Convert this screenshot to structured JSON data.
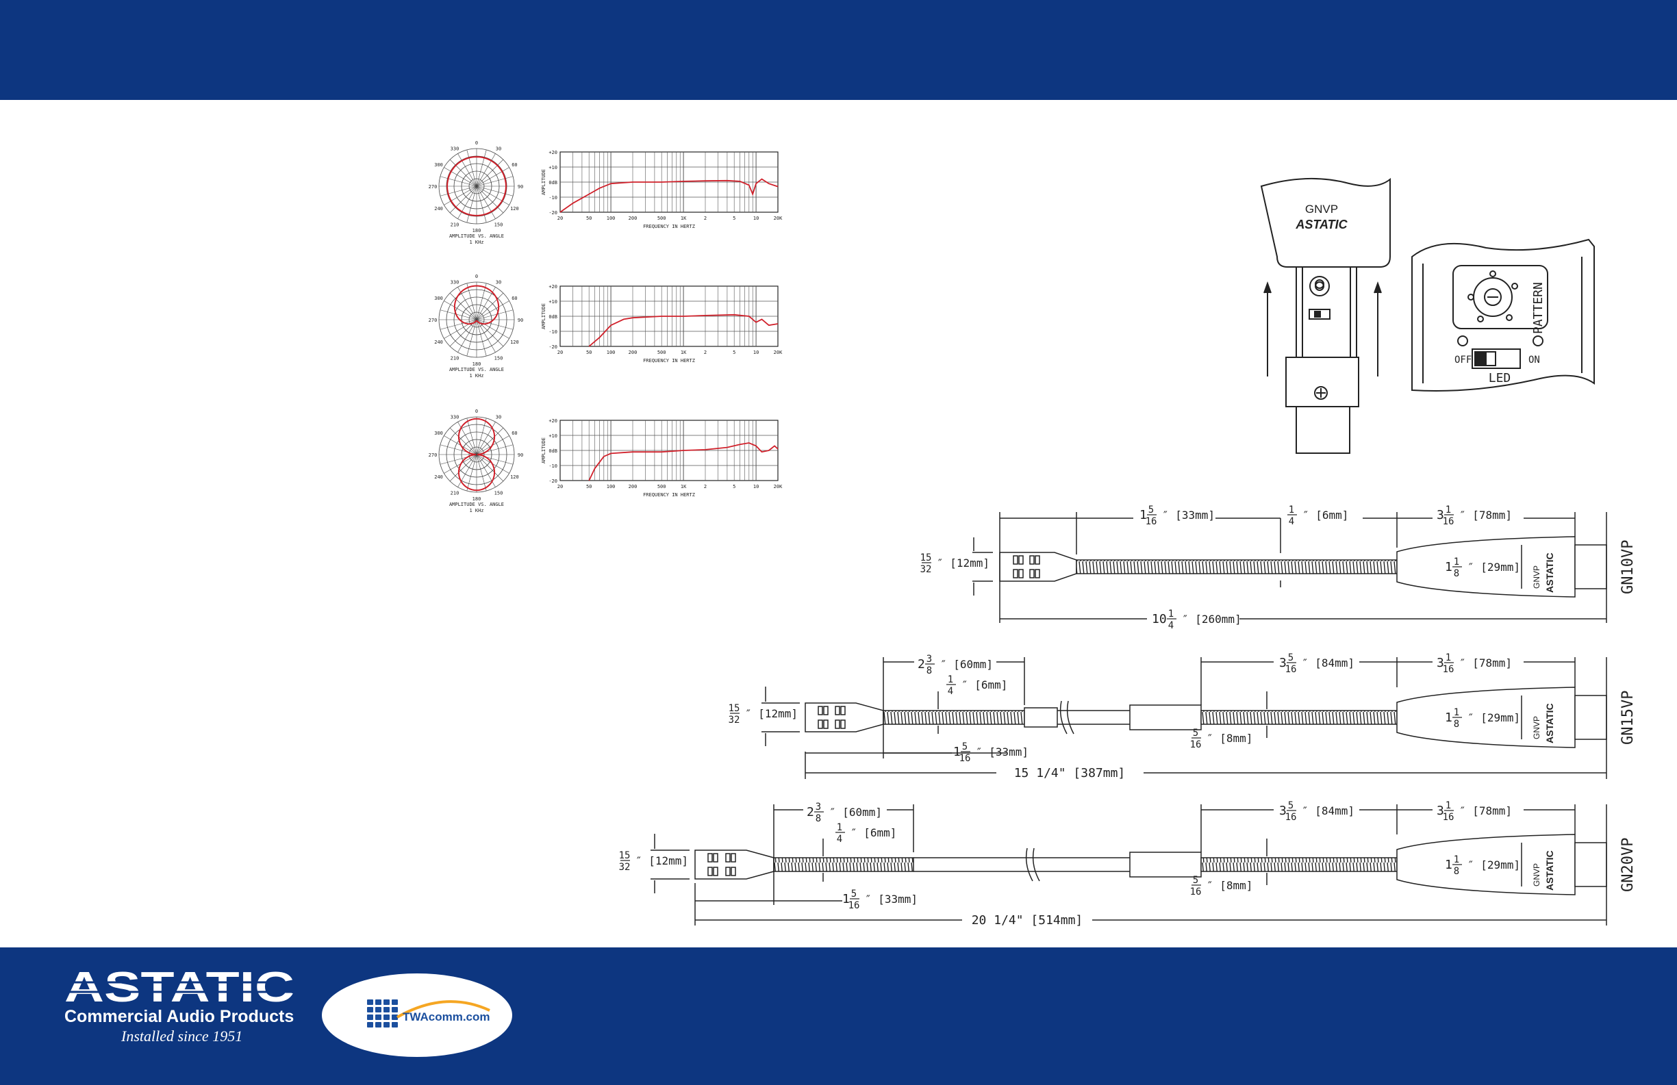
{
  "colors": {
    "band": "#0d3680",
    "curve_red": "#d0202a",
    "ink": "#222222",
    "twa_blue": "#1b4f9e",
    "twa_orange": "#f5a623"
  },
  "polar_plots": [
    {
      "pattern": "omni",
      "angle_labels": [
        "0",
        "30",
        "60",
        "90",
        "120",
        "150",
        "180",
        "210",
        "240",
        "270",
        "300",
        "330"
      ],
      "caption1": "AMPLITUDE VS. ANGLE",
      "caption2": "1 KHz"
    },
    {
      "pattern": "cardioid",
      "angle_labels": [
        "0",
        "30",
        "60",
        "90",
        "120",
        "150",
        "180",
        "210",
        "240",
        "270",
        "300",
        "330"
      ],
      "caption1": "AMPLITUDE VS. ANGLE",
      "caption2": "1 KHz"
    },
    {
      "pattern": "figure8",
      "angle_labels": [
        "0",
        "30",
        "60",
        "90",
        "120",
        "150",
        "180",
        "210",
        "240",
        "270",
        "300",
        "330"
      ],
      "caption1": "AMPLITUDE VS. ANGLE",
      "caption2": "1 KHz"
    }
  ],
  "response_plots": [
    {
      "y_ticks": [
        "+20",
        "+10",
        "0dB",
        "-10",
        "-20"
      ],
      "x_ticks": [
        "20",
        "50",
        "100",
        "200",
        "500",
        "1K",
        "2",
        "5",
        "10",
        "20K"
      ],
      "ylabel": "AMPLITUDE",
      "xlabel": "FREQUENCY IN HERTZ",
      "curve": [
        [
          20,
          -20
        ],
        [
          30,
          -14
        ],
        [
          50,
          -8
        ],
        [
          70,
          -4
        ],
        [
          100,
          -1
        ],
        [
          200,
          0
        ],
        [
          500,
          0
        ],
        [
          1000,
          0.5
        ],
        [
          2000,
          0.8
        ],
        [
          4000,
          1
        ],
        [
          6000,
          0.5
        ],
        [
          8000,
          -2
        ],
        [
          9000,
          -8
        ],
        [
          10000,
          -1
        ],
        [
          12000,
          2
        ],
        [
          15000,
          -1
        ],
        [
          20000,
          -3
        ]
      ]
    },
    {
      "y_ticks": [
        "+20",
        "+10",
        "0dB",
        "-10",
        "-20"
      ],
      "x_ticks": [
        "20",
        "50",
        "100",
        "200",
        "500",
        "1K",
        "2",
        "5",
        "10",
        "20K"
      ],
      "ylabel": "AMPLITUDE",
      "xlabel": "FREQUENCY IN HERTZ",
      "curve": [
        [
          50,
          -20
        ],
        [
          70,
          -14
        ],
        [
          100,
          -6
        ],
        [
          150,
          -2
        ],
        [
          200,
          -1
        ],
        [
          500,
          0
        ],
        [
          1000,
          0
        ],
        [
          2000,
          0.5
        ],
        [
          5000,
          1
        ],
        [
          8000,
          0
        ],
        [
          10000,
          -4
        ],
        [
          12000,
          -2
        ],
        [
          15000,
          -6
        ],
        [
          20000,
          -5
        ]
      ]
    },
    {
      "y_ticks": [
        "+20",
        "+10",
        "0dB",
        "-10",
        "-20"
      ],
      "x_ticks": [
        "20",
        "50",
        "100",
        "200",
        "500",
        "1K",
        "2",
        "5",
        "10",
        "20K"
      ],
      "ylabel": "AMPLITUDE",
      "xlabel": "FREQUENCY IN HERTZ",
      "curve": [
        [
          50,
          -20
        ],
        [
          60,
          -12
        ],
        [
          80,
          -4
        ],
        [
          100,
          -2
        ],
        [
          200,
          -1
        ],
        [
          500,
          -1
        ],
        [
          1000,
          0
        ],
        [
          2000,
          0.5
        ],
        [
          4000,
          2
        ],
        [
          6000,
          4
        ],
        [
          8000,
          5
        ],
        [
          10000,
          3
        ],
        [
          12000,
          -1
        ],
        [
          15000,
          0
        ],
        [
          18000,
          3
        ],
        [
          20000,
          1
        ]
      ]
    }
  ],
  "device": {
    "label": "GNVP",
    "brand": "ASTATIC"
  },
  "detail": {
    "pattern_label": "PATTERN",
    "off_label": "OFF",
    "on_label": "ON",
    "led_label": "LED"
  },
  "models": [
    {
      "name": "GN10VP",
      "dia_num": "15",
      "dia_den": "32",
      "dia_mm": "[12mm]",
      "dims": [
        {
          "whole": "1",
          "num": "5",
          "den": "16",
          "text": "[33mm]"
        },
        {
          "whole": "",
          "num": "1",
          "den": "4",
          "text": "[6mm]"
        },
        {
          "whole": "3",
          "num": "1",
          "den": "16",
          "text": "[78mm]"
        },
        {
          "whole": "1",
          "num": "1",
          "den": "8",
          "text": "[29mm]"
        },
        {
          "whole": "10",
          "num": "1",
          "den": "4",
          "text": "[260mm]"
        }
      ]
    },
    {
      "name": "GN15VP",
      "dia_num": "15",
      "dia_den": "32",
      "dia_mm": "[12mm]",
      "dims": [
        {
          "whole": "2",
          "num": "3",
          "den": "8",
          "text": "[60mm]"
        },
        {
          "whole": "",
          "num": "1",
          "den": "4",
          "text": "[6mm]"
        },
        {
          "whole": "3",
          "num": "5",
          "den": "16",
          "text": "[84mm]"
        },
        {
          "whole": "3",
          "num": "1",
          "den": "16",
          "text": "[78mm]"
        },
        {
          "whole": "1",
          "num": "1",
          "den": "8",
          "text": "[29mm]"
        },
        {
          "whole": "",
          "num": "5",
          "den": "16",
          "text": "[8mm]"
        },
        {
          "whole": "1",
          "num": "5",
          "den": "16",
          "text": "[33mm]"
        }
      ],
      "overall": "15 1/4\" [387mm]"
    },
    {
      "name": "GN20VP",
      "dia_num": "15",
      "dia_den": "32",
      "dia_mm": "[12mm]",
      "dims": [
        {
          "whole": "2",
          "num": "3",
          "den": "8",
          "text": "[60mm]"
        },
        {
          "whole": "",
          "num": "1",
          "den": "4",
          "text": "[6mm]"
        },
        {
          "whole": "3",
          "num": "5",
          "den": "16",
          "text": "[84mm]"
        },
        {
          "whole": "3",
          "num": "1",
          "den": "16",
          "text": "[78mm]"
        },
        {
          "whole": "1",
          "num": "1",
          "den": "8",
          "text": "[29mm]"
        },
        {
          "whole": "",
          "num": "5",
          "den": "16",
          "text": "[8mm]"
        },
        {
          "whole": "1",
          "num": "5",
          "den": "16",
          "text": "[33mm]"
        }
      ],
      "overall": "20 1/4\" [514mm]"
    }
  ],
  "footer": {
    "logo_word": "ASTATIC",
    "logo_line1": "Commercial Audio Products",
    "logo_line2": "Installed since 1951",
    "partner": "TWAcomm.com"
  }
}
